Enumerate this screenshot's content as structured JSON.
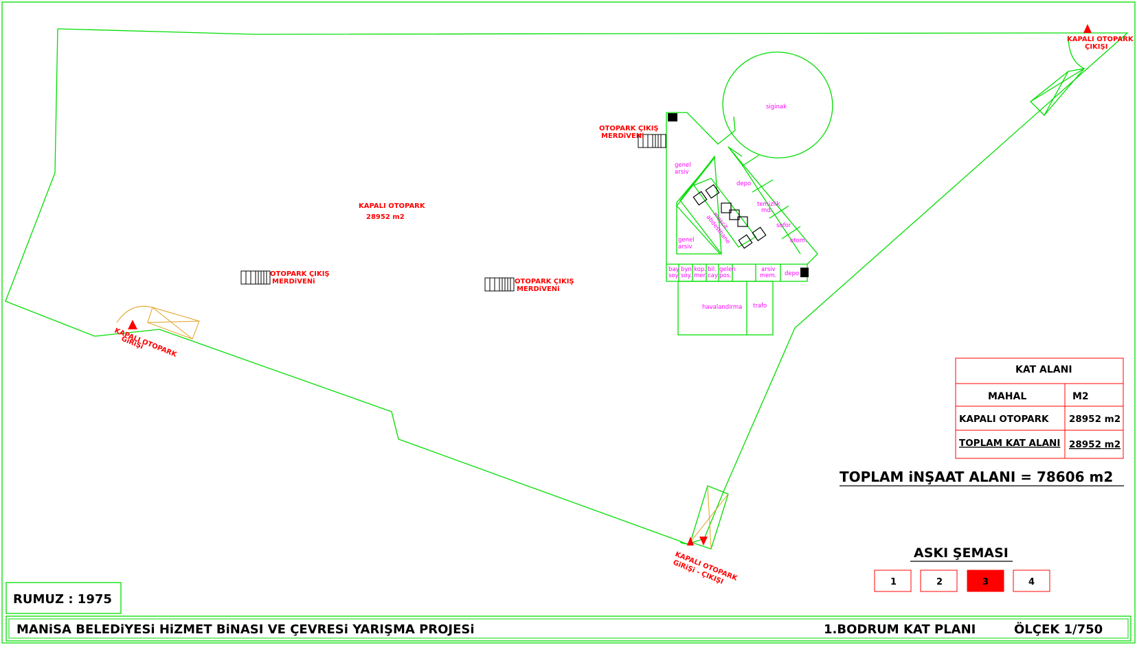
{
  "sheet": {
    "project_title": "MANiSA BELEDiYESi  HiZMET BiNASI VE ÇEVRESi  YARIŞMA PROJESi",
    "plan_name": "1.BODRUM KAT PLANI",
    "scale": "ÖLÇEK 1/750",
    "rumuz": "RUMUZ : 1975"
  },
  "plan": {
    "parking_label": "KAPALI OTOPARK",
    "parking_area": "28952 m2",
    "exit_stair_1": [
      "OTOPARK ÇIKIŞ",
      "MERDiVENi"
    ],
    "exit_stair_2": [
      "OTOPARK ÇIKIŞ",
      "MERDiVENi"
    ],
    "exit_stair_3": [
      "OTOPARK ÇIKIŞ",
      "MERDiVENi"
    ],
    "entrance_left": [
      "KAPALI OTOPARK",
      "GiRiŞi"
    ],
    "exit_top_right": [
      "KAPALI OTOPARK",
      "ÇIKIŞI"
    ],
    "entry_exit_bottom": [
      "KAPALI OTOPARK",
      "GiRiŞi - ÇIKIŞI"
    ],
    "rooms": {
      "siginak": "siginak",
      "genel_arsiv_1": [
        "genel",
        "arsiv"
      ],
      "genel_arsiv_2": [
        "genel",
        "arsiv"
      ],
      "depo_1": "depo",
      "depo_2": "depo",
      "temizlik": [
        "temizlik",
        "md."
      ],
      "sofor": "sofor",
      "otom": "otom.",
      "mescit": [
        "mescit",
        "abdesthane"
      ],
      "bay_soy": [
        "bay",
        "soy."
      ],
      "byn_soy": [
        "byn",
        "soy."
      ],
      "kop_mer": [
        "kop.",
        "mer."
      ],
      "bil_cay": [
        "bil.",
        "cay"
      ],
      "gelen_pos": [
        "gelen",
        "pos."
      ],
      "arsiv_mem": [
        "arsiv",
        "mem."
      ],
      "havalandirma": "havalandirma",
      "trafo": "trafo"
    }
  },
  "area_table": {
    "title": "KAT ALANI",
    "col_mahal": "MAHAL",
    "col_m2": "M2",
    "rows": [
      {
        "mahal": "KAPALI OTOPARK",
        "m2": "28952 m2"
      },
      {
        "mahal": "TOPLAM KAT ALANI",
        "m2": "28952 m2"
      }
    ]
  },
  "total_construction": "TOPLAM iNŞAAT ALANI = 78606 m2",
  "key_plan": {
    "title": "ASKI ŞEMASI",
    "sheets": [
      "1",
      "2",
      "3",
      "4"
    ],
    "active_sheet": "3"
  },
  "colors": {
    "outline": "#00dd00",
    "label_red": "#ff0000",
    "room_text": "#ff00ff",
    "ramp": "#e0a020"
  }
}
